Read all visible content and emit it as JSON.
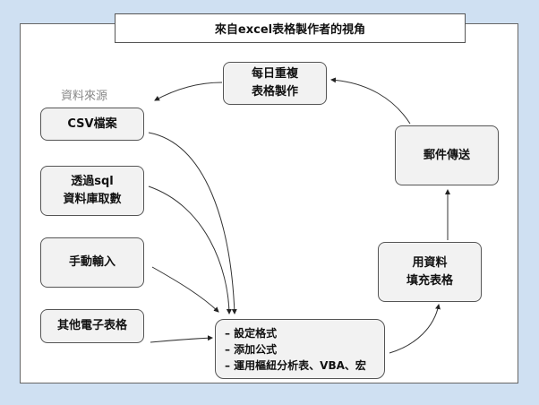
{
  "title": "來自excel表格製作者的視角",
  "source_label": "資料來源",
  "nodes": {
    "daily": [
      "每日重複",
      "表格製作"
    ],
    "csv": [
      "CSV檔案"
    ],
    "sql": [
      "透過sql",
      "資料庫取數"
    ],
    "manual": [
      "手動輸入"
    ],
    "other": [
      "其他電子表格"
    ],
    "fill": [
      "用資料",
      "填充表格"
    ],
    "mail": [
      "郵件傳送"
    ]
  },
  "process_items": [
    "– 設定格式",
    "– 添加公式",
    "– 運用樞紐分析表、VBA、宏"
  ]
}
